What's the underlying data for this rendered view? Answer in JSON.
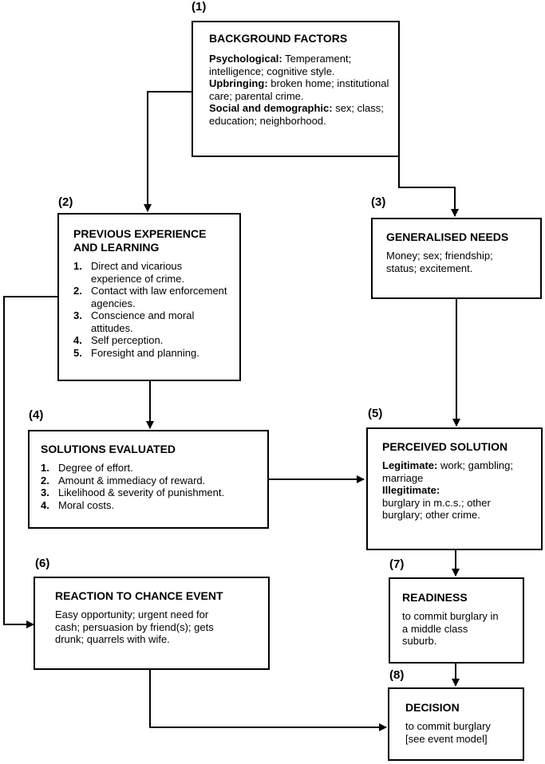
{
  "nodes": {
    "n1": {
      "number": "(1)",
      "title": "BACKGROUND FACTORS",
      "psych_label": "Psychological:",
      "psych_text": " Temperament; intelligence; cognitive style.",
      "upbringing_label": "Upbringing:",
      "upbringing_text": " broken home; institutional care; parental crime.",
      "social_label": "Social and demographic:",
      "social_text": " sex; class; education; neighborhood."
    },
    "n2": {
      "number": "(2)",
      "title": "PREVIOUS EXPERIENCE AND LEARNING",
      "items": [
        {
          "n": "1.",
          "text": "Direct and vicarious experience of crime."
        },
        {
          "n": "2.",
          "text": "Contact with law enforcement agencies."
        },
        {
          "n": "3.",
          "text": "Conscience and moral attitudes."
        },
        {
          "n": "4.",
          "text": "Self perception."
        },
        {
          "n": "5.",
          "text": "Foresight and planning."
        }
      ]
    },
    "n3": {
      "number": "(3)",
      "title": "GENERALISED NEEDS",
      "text": "Money; sex; friendship; status; excitement."
    },
    "n4": {
      "number": "(4)",
      "title": "SOLUTIONS EVALUATED",
      "items": [
        {
          "n": "1.",
          "text": "Degree of effort."
        },
        {
          "n": "2.",
          "text": "Amount & immediacy of reward."
        },
        {
          "n": "3.",
          "text": "Likelihood & severity of punishment."
        },
        {
          "n": "4.",
          "text": "Moral costs."
        }
      ]
    },
    "n5": {
      "number": "(5)",
      "title": "PERCEIVED SOLUTION",
      "legit_label": "Legitimate:",
      "legit_text": " work; gambling; marriage",
      "illegit_label": "Illegitimate:",
      "illegit_text": "burglary in m.c.s.; other burglary; other crime."
    },
    "n6": {
      "number": "(6)",
      "title": "REACTION TO CHANCE EVENT",
      "text": "Easy opportunity; urgent need for cash; persuasion by friend(s); gets drunk; quarrels with wife."
    },
    "n7": {
      "number": "(7)",
      "title": "READINESS",
      "text": "to commit burglary in a middle class suburb."
    },
    "n8": {
      "number": "(8)",
      "title": "DECISION",
      "text": "to commit burglary [see event model]"
    }
  },
  "edges": [
    {
      "from": "(1)",
      "to": "(2)"
    },
    {
      "from": "(1)",
      "to": "(3)"
    },
    {
      "from": "(2)",
      "to": "(4)"
    },
    {
      "from": "(2)",
      "to": "(6)"
    },
    {
      "from": "(3)",
      "to": "(5)"
    },
    {
      "from": "(4)",
      "to": "(5)"
    },
    {
      "from": "(5)",
      "to": "(7)"
    },
    {
      "from": "(7)",
      "to": "(8)"
    },
    {
      "from": "(6)",
      "to": "(8)"
    }
  ]
}
